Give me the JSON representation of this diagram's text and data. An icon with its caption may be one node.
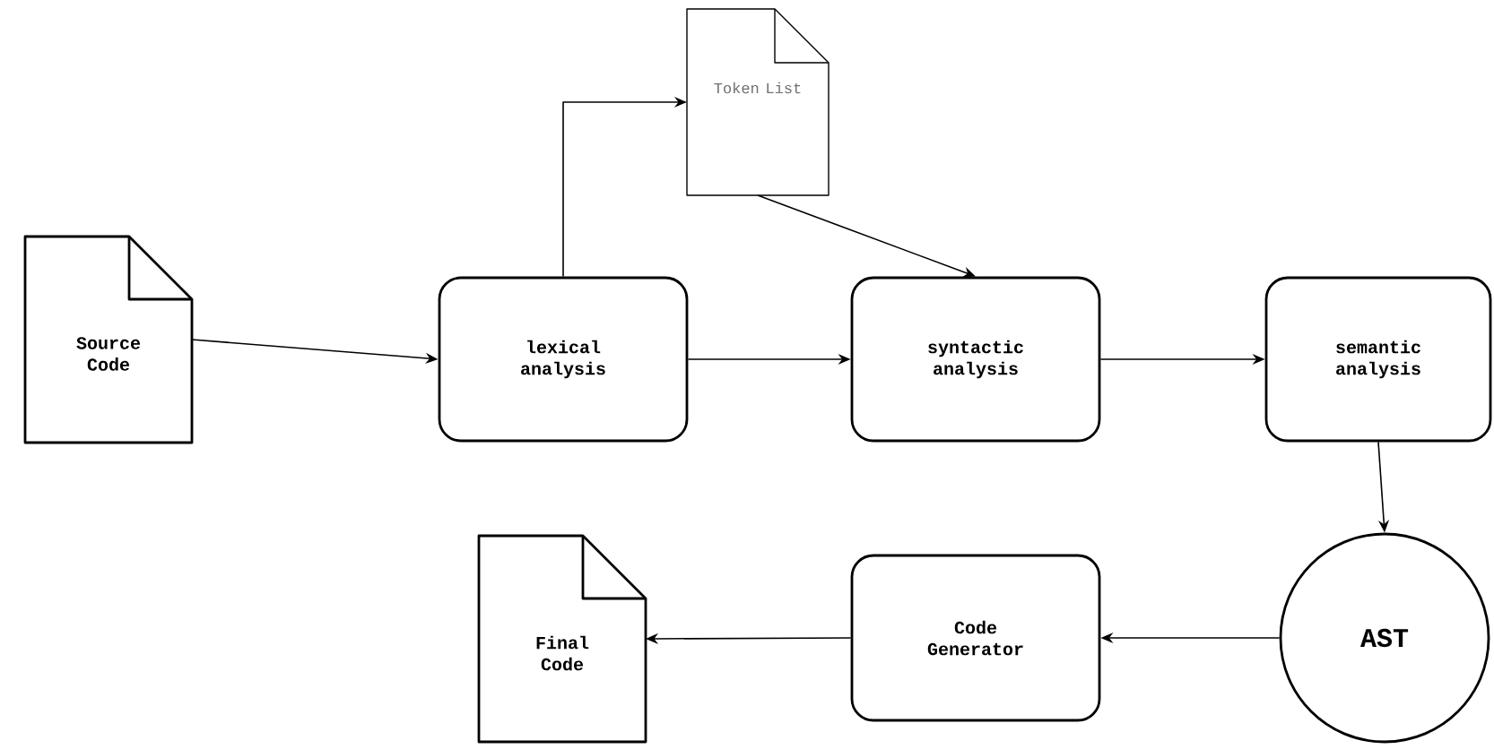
{
  "diagram": {
    "nodes": [
      {
        "text": [
          "Source Code"
        ]
      },
      {
        "text": [
          "lexical analysis"
        ]
      },
      {
        "text": [
          "Token List"
        ]
      },
      {
        "text": [
          "syntactic analysis"
        ]
      },
      {
        "text": [
          "semantic analysis"
        ]
      },
      {
        "text": [
          "AST"
        ]
      },
      {
        "text": [
          "Code Generator"
        ]
      },
      {
        "text": [
          "Final Code"
        ]
      }
    ],
    "edges": [
      {
        "from": 0,
        "to": 1,
        "arrow": "to"
      },
      {
        "from": 1,
        "to": 2,
        "arrow": "to"
      },
      {
        "from": 2,
        "to": 3,
        "arrow": "to"
      },
      {
        "from": 1,
        "to": 3,
        "arrow": "to"
      },
      {
        "from": 3,
        "to": 4,
        "arrow": "to"
      },
      {
        "from": 4,
        "to": 5,
        "arrow": "to"
      },
      {
        "from": 5,
        "to": 6,
        "arrow": "to"
      },
      {
        "from": 6,
        "to": 7,
        "arrow": "to"
      }
    ]
  }
}
